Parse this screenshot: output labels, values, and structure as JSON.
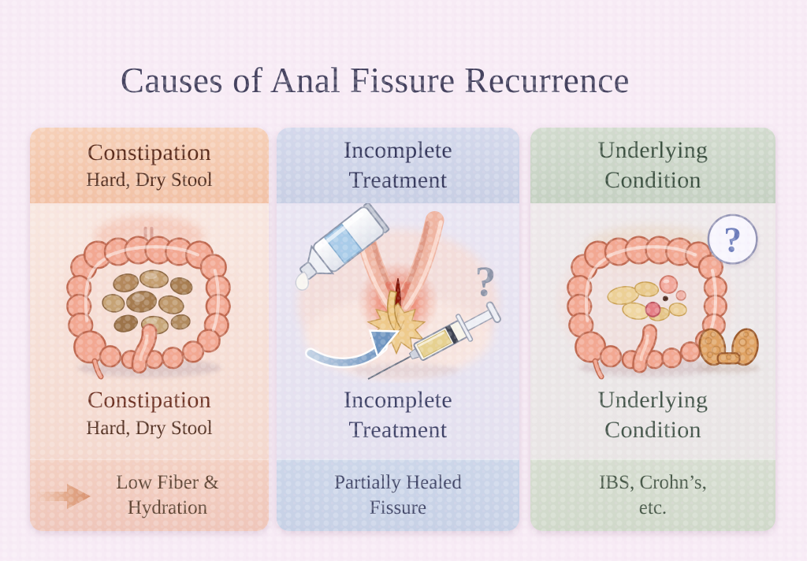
{
  "title": "Causes of Anal Fissure Recurrence",
  "palette": {
    "background": "#f7ebf5",
    "title_text": "#45425f",
    "panel1_header_bg": "#f4c9ae",
    "panel1_text_dark": "#592a1a",
    "panel2_header_bg": "#cdd4e8",
    "panel2_text_dark": "#35385c",
    "panel3_header_bg": "#ccd6c8",
    "panel3_text_dark": "#3a4f3f",
    "question_blue": "#6c7cba",
    "question_gray": "#8d95a8",
    "arrow_salmon": "#dc9a7d",
    "colon_pink": "#f2a892",
    "stool_brown": "#b3885c",
    "thyroid_orange": "#dfa263"
  },
  "icons": {
    "question_mark_glyph": "?",
    "footer_arrow": "right-arrow-icon"
  },
  "panels": [
    {
      "name": "constipation",
      "illustration": "large-intestine-with-hard-stool",
      "header": {
        "line1": "Constipation",
        "line2": "Hard, Dry Stool"
      },
      "mid": {
        "line1": "Constipation",
        "line2": "Hard, Dry Stool"
      },
      "footer": {
        "line1": "Low Fiber &",
        "line2": "Hydration",
        "icon": "right-arrow-icon"
      }
    },
    {
      "name": "incomplete-treatment",
      "illustration": "ointment-tube-syringe-partially-healed-fissure",
      "header": {
        "line1": "Incomplete",
        "line2": "Treatment"
      },
      "mid": {
        "line1": "Incomplete",
        "line2": "Treatment"
      },
      "footer": {
        "line1": "Partially Healed",
        "line2": "Fissure"
      }
    },
    {
      "name": "underlying-condition",
      "illustration": "large-intestine-question-mark-thyroid",
      "header": {
        "line1": "Underlying",
        "line2": "Condition"
      },
      "mid": {
        "line1": "Underlying",
        "line2": "Condition"
      },
      "footer": {
        "line1": "IBS, Crohn’s,",
        "line2": "etc."
      }
    }
  ]
}
